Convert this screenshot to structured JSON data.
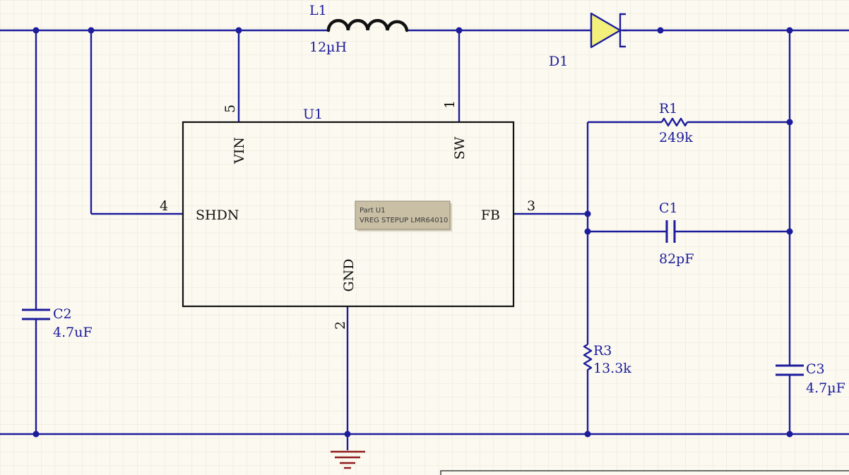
{
  "colors": {
    "background": "#fbf9f0",
    "grid": "#e9e6d8",
    "wire": "#1c1c9c",
    "junction": "#1c1c9c",
    "component": "#1c1c9c",
    "ic_body": "#111111",
    "inductor": "#111111",
    "diode_fill": "#f3ef7b",
    "ground": "#8e1c1c",
    "tooltip_bg": "#c9bfa5",
    "tooltip_border": "#8f8872"
  },
  "components": {
    "L1": {
      "designator": "L1",
      "value": "12µH"
    },
    "D1": {
      "designator": "D1"
    },
    "U1": {
      "designator": "U1"
    },
    "R1": {
      "designator": "R1",
      "value": "249k"
    },
    "C1": {
      "designator": "C1",
      "value": "82pF"
    },
    "R3": {
      "designator": "R3",
      "value": "13.3k"
    },
    "C2": {
      "designator": "C2",
      "value": "4.7uF"
    },
    "C3": {
      "designator": "C3",
      "value": "4.7µF"
    }
  },
  "ic": {
    "pins": {
      "vin": {
        "number": "5",
        "name": "VIN"
      },
      "sw": {
        "number": "1",
        "name": "SW"
      },
      "shdn": {
        "number": "4",
        "name": "SHDN"
      },
      "fb": {
        "number": "3",
        "name": "FB"
      },
      "gnd": {
        "number": "2",
        "name": "GND"
      }
    }
  },
  "tooltip": {
    "line1": "Part U1",
    "line2": "VREG STEPUP LMR64010"
  }
}
